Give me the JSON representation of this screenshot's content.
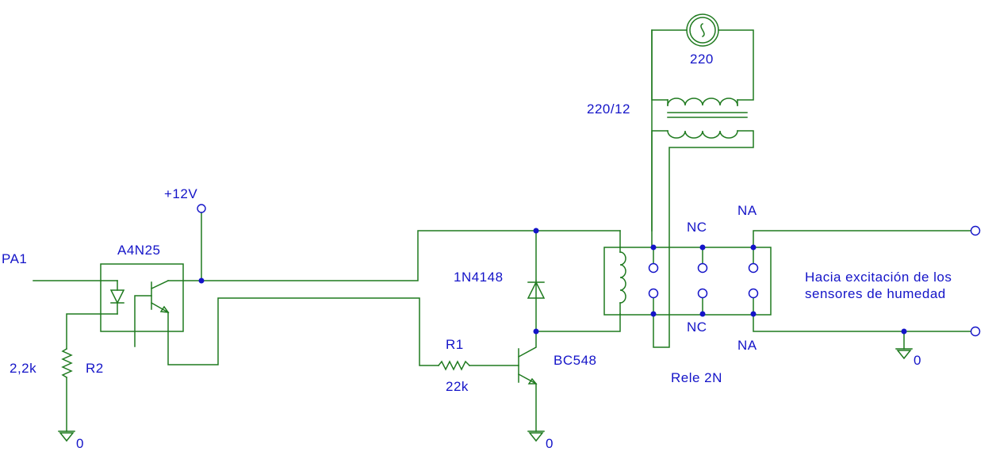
{
  "labels": {
    "pa1": "PA1",
    "optocoupler": "A4N25",
    "supply": "+12V",
    "r2_value": "2,2k",
    "r2_name": "R2",
    "ground": "0",
    "diode": "1N4148",
    "r1_name": "R1",
    "r1_value": "22k",
    "transistor": "BC548",
    "relay": "Rele 2N",
    "nc": "NC",
    "na": "NA",
    "ac_source": "220",
    "transformer": "220/12",
    "output_line1": "Hacia excitación de los",
    "output_line2": "sensores de humedad"
  },
  "colors": {
    "wire": "#1f7a1f",
    "label": "#1414c8",
    "background": "#ffffff"
  }
}
